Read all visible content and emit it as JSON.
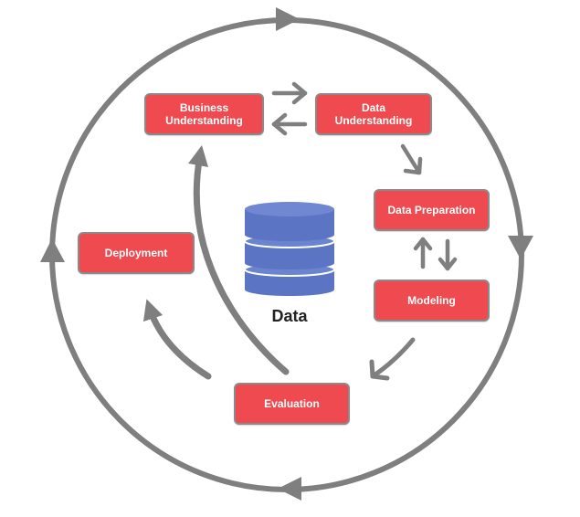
{
  "stages": {
    "business": "Business\nUnderstanding",
    "data_understanding": "Data\nUnderstanding",
    "data_preparation": "Data Preparation",
    "modeling": "Modeling",
    "evaluation": "Evaluation",
    "deployment": "Deployment"
  },
  "center_label": "Data",
  "colors": {
    "box_fill": "#ee4a4f",
    "box_border": "#8a8a8a",
    "arrow": "#7f7f7f",
    "database": "#5b74c4"
  }
}
